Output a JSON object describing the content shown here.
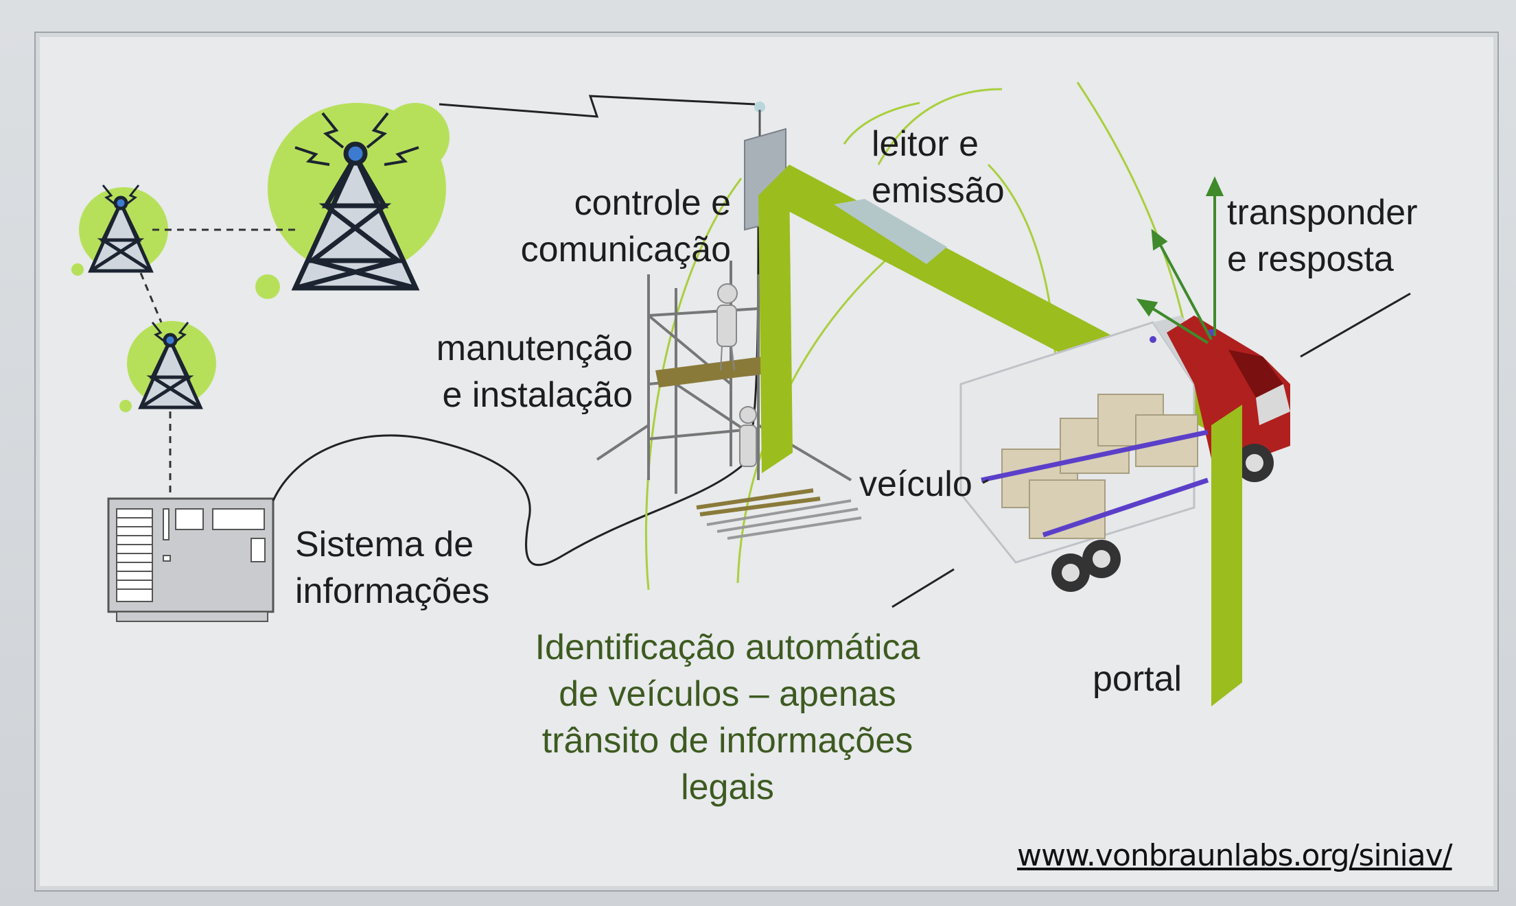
{
  "labels": {
    "controle": [
      "controle e",
      "comunicação"
    ],
    "leitor": [
      "leitor e",
      "emissão"
    ],
    "transponder": [
      "transponder",
      "e resposta"
    ],
    "manutencao": [
      "manutenção",
      "e instalação"
    ],
    "veiculo": "veículo",
    "sistema": [
      "Sistema de",
      "informações"
    ],
    "portal": "portal",
    "identificacao": [
      "Identificação automática",
      "de veículos – apenas",
      "trânsito de informações",
      "legais"
    ]
  },
  "source_url": "www.vonbraunlabs.org/siniav/",
  "colors": {
    "portal_green": "#9bbd1e",
    "blob_green": "#b7e05a",
    "truck_red": "#b0201e",
    "arrow_green": "#3f8a2b",
    "caption_green": "#3d5a20"
  },
  "icons": [
    "radio-tower-icon",
    "radio-tower-icon",
    "radio-tower-icon",
    "server-icon",
    "truck-icon",
    "scaffold-icon",
    "worker-icon",
    "antenna-icon"
  ]
}
